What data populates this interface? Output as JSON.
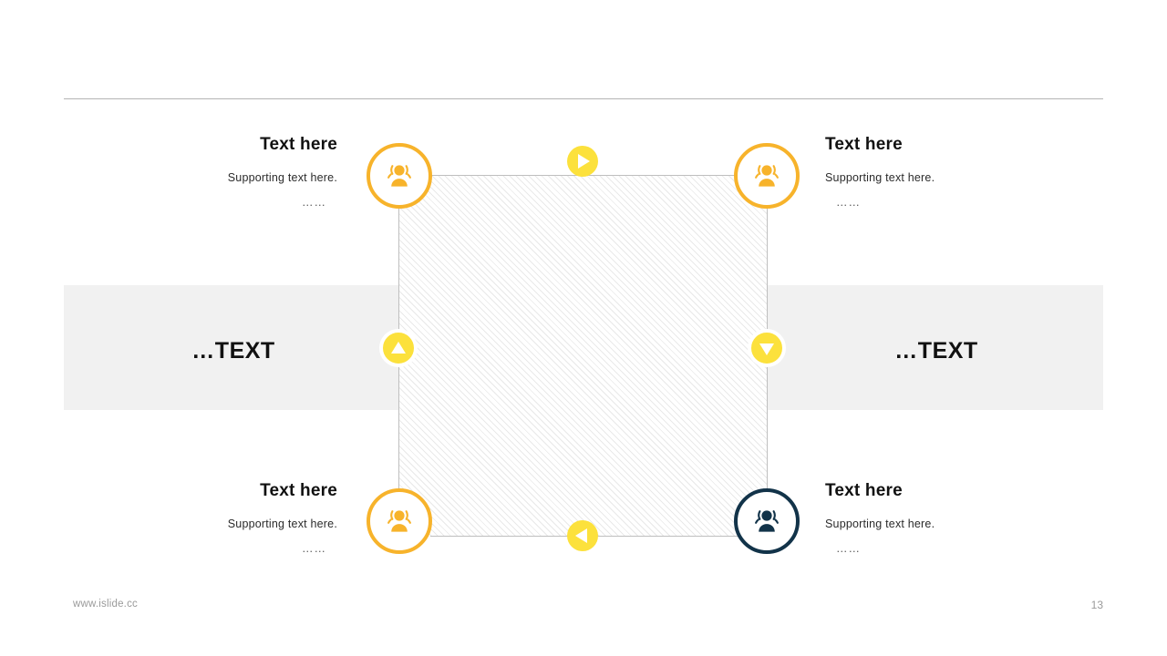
{
  "slide": {
    "footer_url": "www.islide.cc",
    "page_number": "13",
    "band_label_left": "…TEXT",
    "band_label_right": "…TEXT"
  },
  "nodes": [
    {
      "id": "top-left",
      "title": "Text here",
      "subtitle": "Supporting text here.",
      "dots": "……",
      "icon": "people-icon",
      "ring_color": "#f7b32b",
      "icon_color": "#f7b32b"
    },
    {
      "id": "top-right",
      "title": "Text here",
      "subtitle": "Supporting text here.",
      "dots": "……",
      "icon": "people-icon",
      "ring_color": "#f7b32b",
      "icon_color": "#f7b32b"
    },
    {
      "id": "bottom-left",
      "title": "Text here",
      "subtitle": "Supporting text here.",
      "dots": "……",
      "icon": "people-icon",
      "ring_color": "#f7b32b",
      "icon_color": "#f7b32b"
    },
    {
      "id": "bottom-right",
      "title": "Text here",
      "subtitle": "Supporting text here.",
      "dots": "……",
      "icon": "people-icon",
      "ring_color": "#123349",
      "icon_color": "#123349"
    }
  ],
  "arrows": [
    {
      "id": "top",
      "icon": "arrow-right-icon",
      "color": "#fce13c"
    },
    {
      "id": "right",
      "icon": "arrow-down-icon",
      "color": "#fce13c"
    },
    {
      "id": "bottom",
      "icon": "arrow-left-icon",
      "color": "#fce13c"
    },
    {
      "id": "left",
      "icon": "arrow-up-icon",
      "color": "#fce13c"
    }
  ],
  "theme": {
    "accent_amber": "#f7b32b",
    "accent_yellow": "#fce13c",
    "dark_navy": "#123349",
    "band_gray": "#f1f1f1",
    "rule_gray": "#b4b4b4",
    "connector_gray": "#bfbfbf"
  }
}
